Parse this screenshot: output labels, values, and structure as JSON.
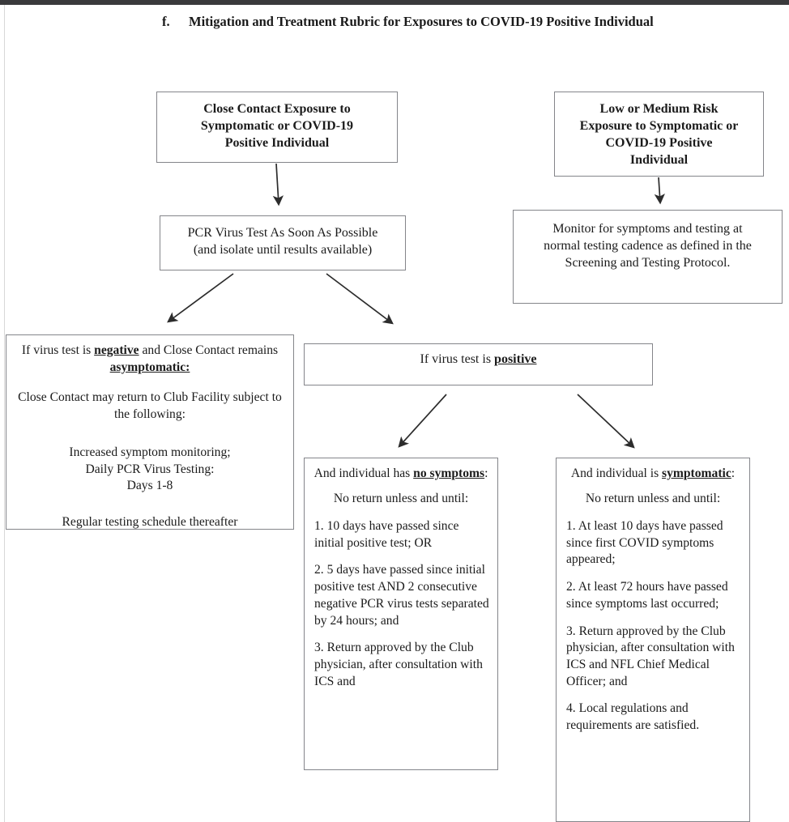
{
  "document": {
    "heading_marker": "f.",
    "heading_text": "Mitigation and Treatment Rubric for Exposures to COVID-19 Positive Individual"
  },
  "flowchart": {
    "type": "flowchart",
    "boxes": {
      "close_contact": {
        "lines": [
          "Close Contact Exposure to",
          "Symptomatic or COVID-19",
          "Positive Individual"
        ]
      },
      "low_medium_risk": {
        "lines": [
          "Low or Medium Risk",
          "Exposure to Symptomatic or",
          "COVID-19 Positive",
          "Individual"
        ]
      },
      "pcr_test": {
        "lines": [
          "PCR Virus Test As Soon As Possible",
          "(and isolate until results available)"
        ]
      },
      "monitor": {
        "lines": [
          "Monitor for symptoms and testing at",
          "normal testing cadence as defined in the",
          "Screening and Testing Protocol."
        ]
      },
      "negative_outcome": {
        "p1_pre": "If virus test is ",
        "p1_em1": "negative",
        "p1_mid": " and Close Contact remains ",
        "p1_em2": "asymptomatic:",
        "p2": "Close Contact may return to Club Facility subject to the following:",
        "p3_line1": "Increased symptom monitoring;",
        "p3_line2": "Daily PCR Virus Testing:",
        "p3_line3": "Days 1-8",
        "p4": "Regular testing schedule thereafter"
      },
      "positive_test": {
        "pre": "If virus test is ",
        "em": "positive"
      },
      "no_symptoms": {
        "title_pre": "And individual has ",
        "title_em": "no symptoms",
        "title_post": ":",
        "subtitle": "No return unless and until:",
        "items": [
          "1. 10 days have passed since initial positive test; OR",
          "2. 5 days have passed since initial positive test AND 2 consecutive negative PCR virus tests separated by 24 hours; and",
          "3. Return approved by the Club physician, after consultation with ICS and"
        ]
      },
      "symptomatic": {
        "title_pre": "And individual is ",
        "title_em": "symptomatic",
        "title_post": ":",
        "subtitle": "No return unless and until:",
        "items": [
          "1. At least 10 days have passed since first COVID symptoms appeared;",
          "2. At least 72 hours have passed since symptoms last occurred;",
          "3. Return approved by the Club physician, after consultation with ICS and NFL Chief Medical Officer; and",
          "4.  Local regulations and requirements are satisfied."
        ]
      }
    },
    "connectors": [
      {
        "name": "close-contact-to-pcr",
        "from": "close_contact",
        "to": "pcr_test"
      },
      {
        "name": "low-medium-to-monitor",
        "from": "low_medium_risk",
        "to": "monitor"
      },
      {
        "name": "pcr-to-negative",
        "from": "pcr_test",
        "to": "negative_outcome"
      },
      {
        "name": "pcr-to-positive",
        "from": "pcr_test",
        "to": "positive_test"
      },
      {
        "name": "positive-to-no-symptoms",
        "from": "positive_test",
        "to": "no_symptoms"
      },
      {
        "name": "positive-to-symptomatic",
        "from": "positive_test",
        "to": "symptomatic"
      }
    ],
    "colors": {
      "border": "#84858a",
      "text": "#1b1b1b",
      "arrow": "#2c2c2c",
      "scan_bar": "#3a3a3c"
    }
  }
}
